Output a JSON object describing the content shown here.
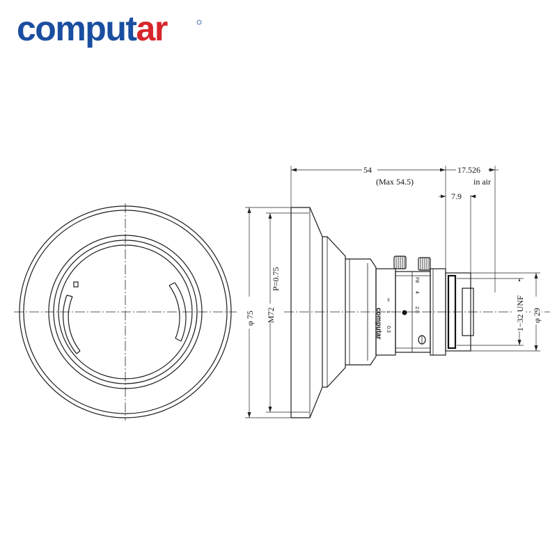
{
  "brand": {
    "logo_text": "computar",
    "logo_text_main": "comput",
    "logo_text_accent": "ar",
    "color_blue": "#1a4ea0",
    "color_red": "#d7262b"
  },
  "dimensions": {
    "overall_length": "54",
    "overall_length_max": "(Max 54.5)",
    "back_focus": "17.526",
    "back_focus_note": "in air",
    "flange_depth": "7.9",
    "front_diameter": "φ 75",
    "filter_thread": "M72",
    "filter_pitch": "P=0.75",
    "mount_thread": "1−32 UNF",
    "mount_diameter": "φ 29"
  },
  "lens_markings": {
    "brand": "computar",
    "focus_scale": [
      "∞",
      "1",
      "0.3"
    ],
    "iris_scale": [
      "F8",
      "4",
      "2.8"
    ]
  }
}
